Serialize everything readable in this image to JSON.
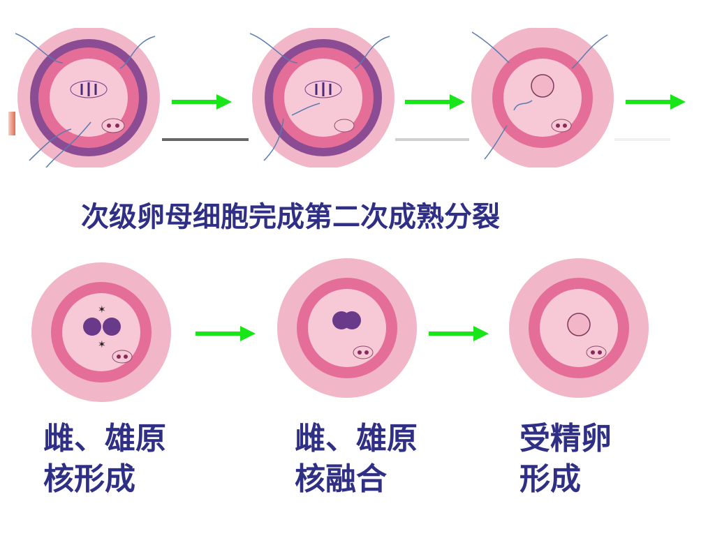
{
  "top_caption": "次级卵母细胞完成第二次成熟分裂",
  "captions": [
    {
      "line1": "雌、雄原",
      "line2": "核形成"
    },
    {
      "line1": "雌、雄原",
      "line2": "核融合"
    },
    {
      "line1": "受精卵",
      "line2": "形成"
    }
  ],
  "colors": {
    "arrow": "#19e619",
    "text": "#2f2f86",
    "cell_outer": "#f1b6c8",
    "zona": "#e56e98",
    "corona": "#7a3a8a",
    "ooplasm": "#f7c8d6"
  },
  "stages": [
    "cell-stage-1",
    "cell-stage-2",
    "cell-stage-3",
    "cell-stage-4",
    "cell-stage-5",
    "cell-stage-6"
  ]
}
